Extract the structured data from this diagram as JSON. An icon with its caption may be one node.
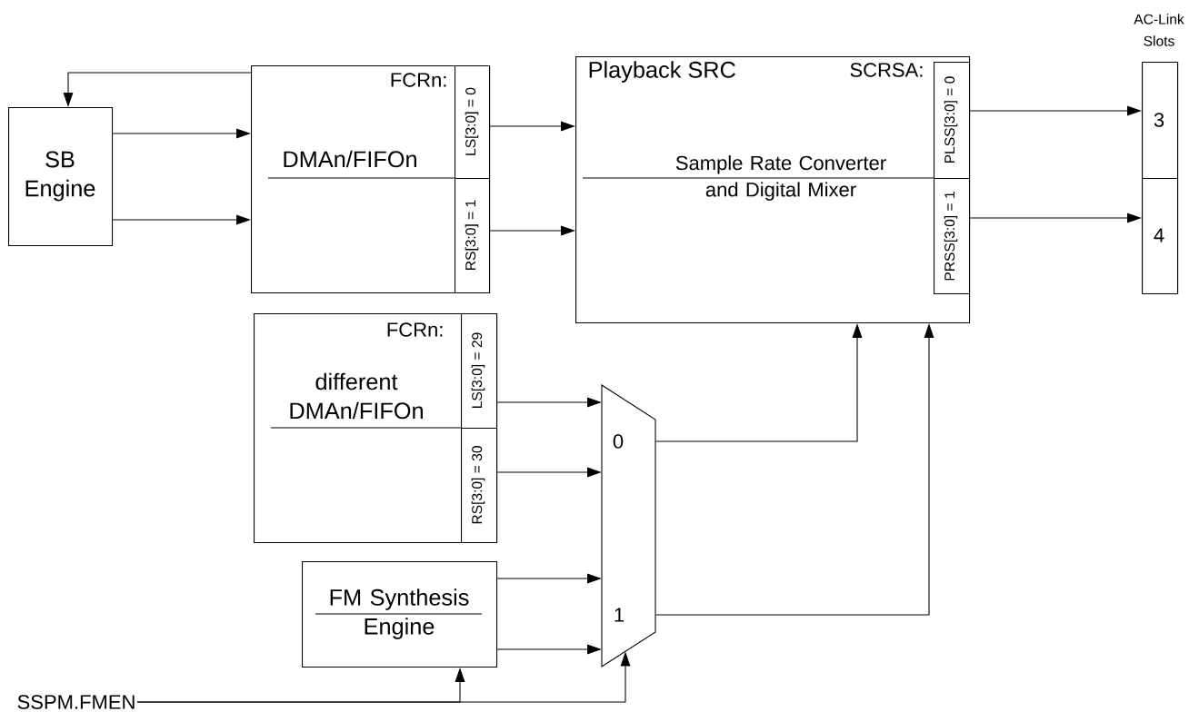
{
  "diagram": {
    "nodes": [
      {
        "text": [
          "SB Engine"
        ]
      },
      {
        "text": [
          "FCRn:",
          "DMAn/FIFOn"
        ]
      },
      {
        "text": [
          "LS[3:0] = 0"
        ],
        "in": 1
      },
      {
        "text": [
          "RS[3:0] = 1"
        ],
        "in": 1
      },
      {
        "text": [
          "Playback SRC",
          "SCRSA:",
          "Sample Rate Converter and Digital Mixer"
        ]
      },
      {
        "text": [
          "PLSS[3:0] = 0"
        ],
        "in": 4
      },
      {
        "text": [
          "PRSS[3:0] = 1"
        ],
        "in": 4
      },
      {
        "text": [
          "AC-Link Slots"
        ]
      },
      {
        "text": [
          "3"
        ],
        "in": 7
      },
      {
        "text": [
          "4"
        ],
        "in": 7
      },
      {
        "text": [
          "FCRn:",
          "different DMAn/FIFOn"
        ]
      },
      {
        "text": [
          "LS[3:0] = 29"
        ],
        "in": 10
      },
      {
        "text": [
          "RS[3:0] = 30"
        ],
        "in": 10
      },
      {
        "text": [
          "FM Synthesis Engine"
        ]
      },
      {
        "text": [
          "0",
          "1"
        ]
      },
      {
        "text": [
          "SSPM.FMEN"
        ]
      }
    ],
    "edges": [
      {
        "from": 1,
        "to": 0,
        "arrow": "to"
      },
      {
        "from": 0,
        "to": 1,
        "arrow": "to"
      },
      {
        "from": 0,
        "to": 1,
        "arrow": "to"
      },
      {
        "from": 2,
        "to": 4,
        "arrow": "to"
      },
      {
        "from": 3,
        "to": 4,
        "arrow": "to"
      },
      {
        "from": 5,
        "to": 8,
        "arrow": "to"
      },
      {
        "from": 6,
        "to": 9,
        "arrow": "to"
      },
      {
        "from": 11,
        "to": 14,
        "arrow": "to"
      },
      {
        "from": 12,
        "to": 14,
        "arrow": "to"
      },
      {
        "from": 13,
        "to": 14,
        "arrow": "to"
      },
      {
        "from": 13,
        "to": 14,
        "arrow": "to"
      },
      {
        "from": 14,
        "to": 4,
        "arrow": "to"
      },
      {
        "from": 14,
        "to": 4,
        "arrow": "to"
      },
      {
        "from": 15,
        "to": 13,
        "arrow": "to"
      },
      {
        "from": 15,
        "to": 14,
        "arrow": "to"
      }
    ]
  }
}
